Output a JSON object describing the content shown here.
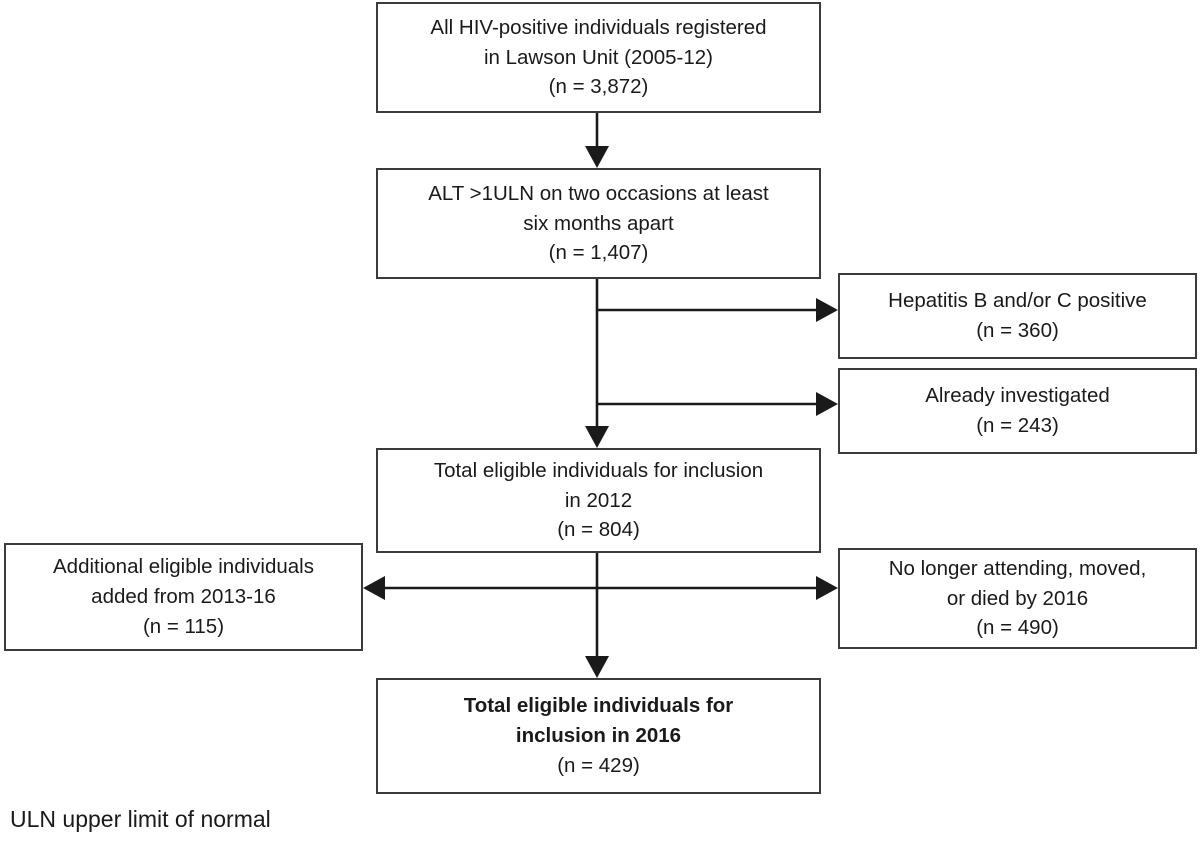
{
  "figure": {
    "type": "flowchart",
    "orientation": "top-to-bottom",
    "footnote": "ULN upper limit of normal",
    "colors": {
      "box_border": "#3b3b3b",
      "arrow": "#1a1a1a",
      "text": "#1a1a1a",
      "background": "#ffffff"
    }
  },
  "nodes": {
    "registered": {
      "line1": "All HIV-positive individuals  registered",
      "line2": "in Lawson Unit (2005-12)",
      "count_label": "(n = 3,872)",
      "count": 3872,
      "bold": false
    },
    "alt": {
      "line1": "ALT >1ULN on two occasions at least",
      "line2": "six months apart",
      "count_label": "(n = 1,407)",
      "count": 1407,
      "bold": false
    },
    "hepatitis": {
      "line1": "Hepatitis B and/or C positive",
      "line2": "",
      "count_label": "(n = 360)",
      "count": 360,
      "bold": false
    },
    "investigated": {
      "line1": "Already investigated",
      "line2": "",
      "count_label": "(n = 243)",
      "count": 243,
      "bold": false
    },
    "eligible_2012": {
      "line1": "Total eligible individuals  for inclusion",
      "line2": "in 2012",
      "count_label": "(n = 804)",
      "count": 804,
      "bold": false
    },
    "additional": {
      "line1": "Additional  eligible individuals",
      "line2": "added from 2013-16",
      "count_label": "(n = 115)",
      "count": 115,
      "bold": false
    },
    "lost": {
      "line1": "No longer attending,  moved,",
      "line2": "or died by 2016",
      "count_label": "(n = 490)",
      "count": 490,
      "bold": false
    },
    "final_2016": {
      "line1": "Total eligible individuals for",
      "line2": "inclusion in 2016",
      "count_label": "(n = 429)",
      "count": 429,
      "bold": true
    }
  },
  "edges": [
    {
      "name": "registered-to-alt",
      "from": "registered",
      "to": "alt",
      "style": "arrow-down"
    },
    {
      "name": "alt-to-hepatitis",
      "from": "alt",
      "to": "hepatitis",
      "style": "arrow-right"
    },
    {
      "name": "alt-to-investigated",
      "from": "alt",
      "to": "investigated",
      "style": "arrow-right"
    },
    {
      "name": "alt-to-eligible-2012",
      "from": "alt",
      "to": "eligible_2012",
      "style": "arrow-down"
    },
    {
      "name": "eligible-2012-to-additional",
      "from": "eligible_2012",
      "to": "additional",
      "style": "arrow-left"
    },
    {
      "name": "eligible-2012-to-lost",
      "from": "eligible_2012",
      "to": "lost",
      "style": "arrow-right"
    },
    {
      "name": "eligible-2012-to-final-2016",
      "from": "eligible_2012",
      "to": "final_2016",
      "style": "arrow-down"
    }
  ]
}
